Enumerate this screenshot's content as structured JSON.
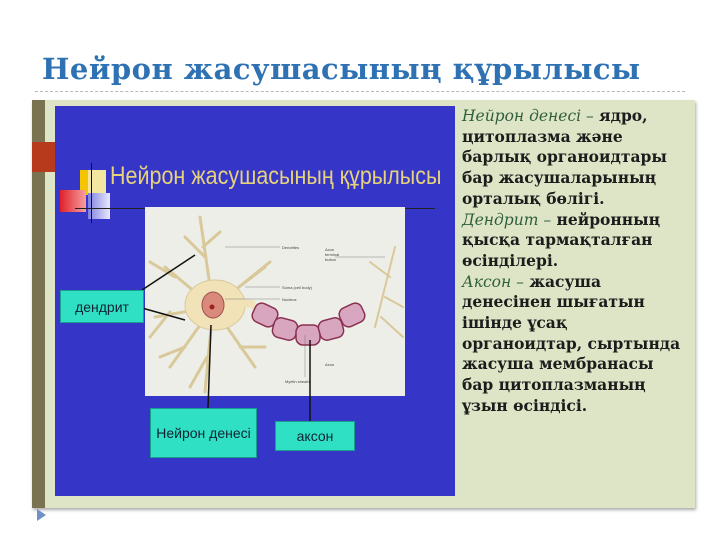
{
  "slide": {
    "title": "Нейрон жасушасының құрылысы"
  },
  "figure": {
    "inner_title": "Нейрон жасушасының құрылысы",
    "labels": {
      "dendrite": "дендрит",
      "body": "Нейрон денесі",
      "axon": "аксон"
    },
    "diagram_labels": {
      "dendrites": "Dendrites",
      "axon_terminal": "Axon terminal button",
      "soma": "Soma (cell body)",
      "nucleus": "Nucleus",
      "axon": "Axon",
      "myelin": "Myelin sheath"
    },
    "colors": {
      "panel_blue": "#3535c8",
      "label_teal": "#2fe0c4",
      "title_blue": "#2f72b4"
    }
  },
  "description": {
    "body_term": "Нейрон денесі –",
    "body_text": "ядро, цитоплазма және барлық органоидтары бар жасушаларының орталық бөлігі.",
    "dendrite_term": "Дендрит –",
    "dendrite_text": "нейронның қысқа тармақталған өсінділері.",
    "axon_term": "Аксон –",
    "axon_text": "жасуша денесінен шығатын ішінде ұсақ органоидтар, сыртында жасуша мембранасы бар цитоплазманың ұзын өсіндісі."
  }
}
